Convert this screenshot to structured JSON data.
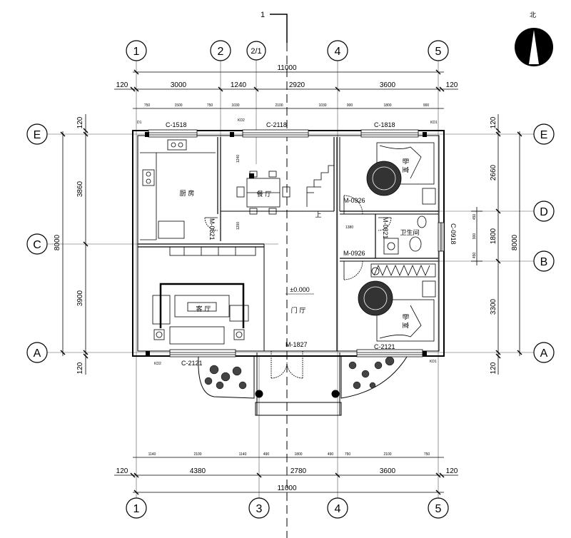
{
  "section_mark": "1",
  "north_label": "北",
  "axes": {
    "top": [
      "1",
      "2",
      "2/1",
      "4",
      "5"
    ],
    "bottom": [
      "1",
      "3",
      "4",
      "5"
    ],
    "left": [
      "E",
      "C",
      "A"
    ],
    "right": [
      "E",
      "D",
      "B",
      "A"
    ]
  },
  "dims_top": {
    "total": "11000",
    "chain": [
      "120",
      "3000",
      "1240",
      "2920",
      "3600",
      "120"
    ],
    "detail": [
      "750",
      "1500",
      "750",
      "1030",
      "2100",
      "1030",
      "900",
      "1800",
      "900"
    ]
  },
  "dims_bottom": {
    "total": "11000",
    "chain": [
      "120",
      "4380",
      "2780",
      "3600",
      "120"
    ],
    "detail": [
      "1140",
      "2100",
      "1140",
      "490",
      "1800",
      "490",
      "750",
      "2100",
      "750"
    ]
  },
  "dims_left": {
    "total": "8000",
    "chain": [
      "120",
      "3860",
      "3900",
      "120"
    ]
  },
  "dims_right": {
    "total": "8000",
    "chain": [
      "120",
      "2660",
      "1800",
      "3300",
      "120"
    ],
    "detail": [
      "450",
      "900",
      "450"
    ]
  },
  "windows": {
    "kitchen": "C-1518",
    "dining": "C-2118",
    "bed_north": "C-1818",
    "bath": "C-0918",
    "living": "C-2121",
    "bed_south": "C-2121"
  },
  "doors": {
    "kitchen": "M-0821",
    "bed_north": "M-0926",
    "bath": "M-0821",
    "bed_south": "M-0926",
    "entry": "M-1827"
  },
  "markers": {
    "d1": "D1",
    "kd2_top": "KD2",
    "kd1_top": "KD1",
    "kd2_bottom": "KD2",
    "kd1_bottom": "KD1"
  },
  "rooms": {
    "kitchen": "厨 房",
    "dining": "餐 厅",
    "bath": "卫生间",
    "living": "客 厅",
    "hall": "门 厅",
    "bed_north": "卧 室",
    "bed_south": "卧 室"
  },
  "stair_label": "上",
  "elevation": "±0.000",
  "small_dims": {
    "kitchen_gap": "1200",
    "stair_gap": "1240",
    "bath_gap": "1380"
  }
}
